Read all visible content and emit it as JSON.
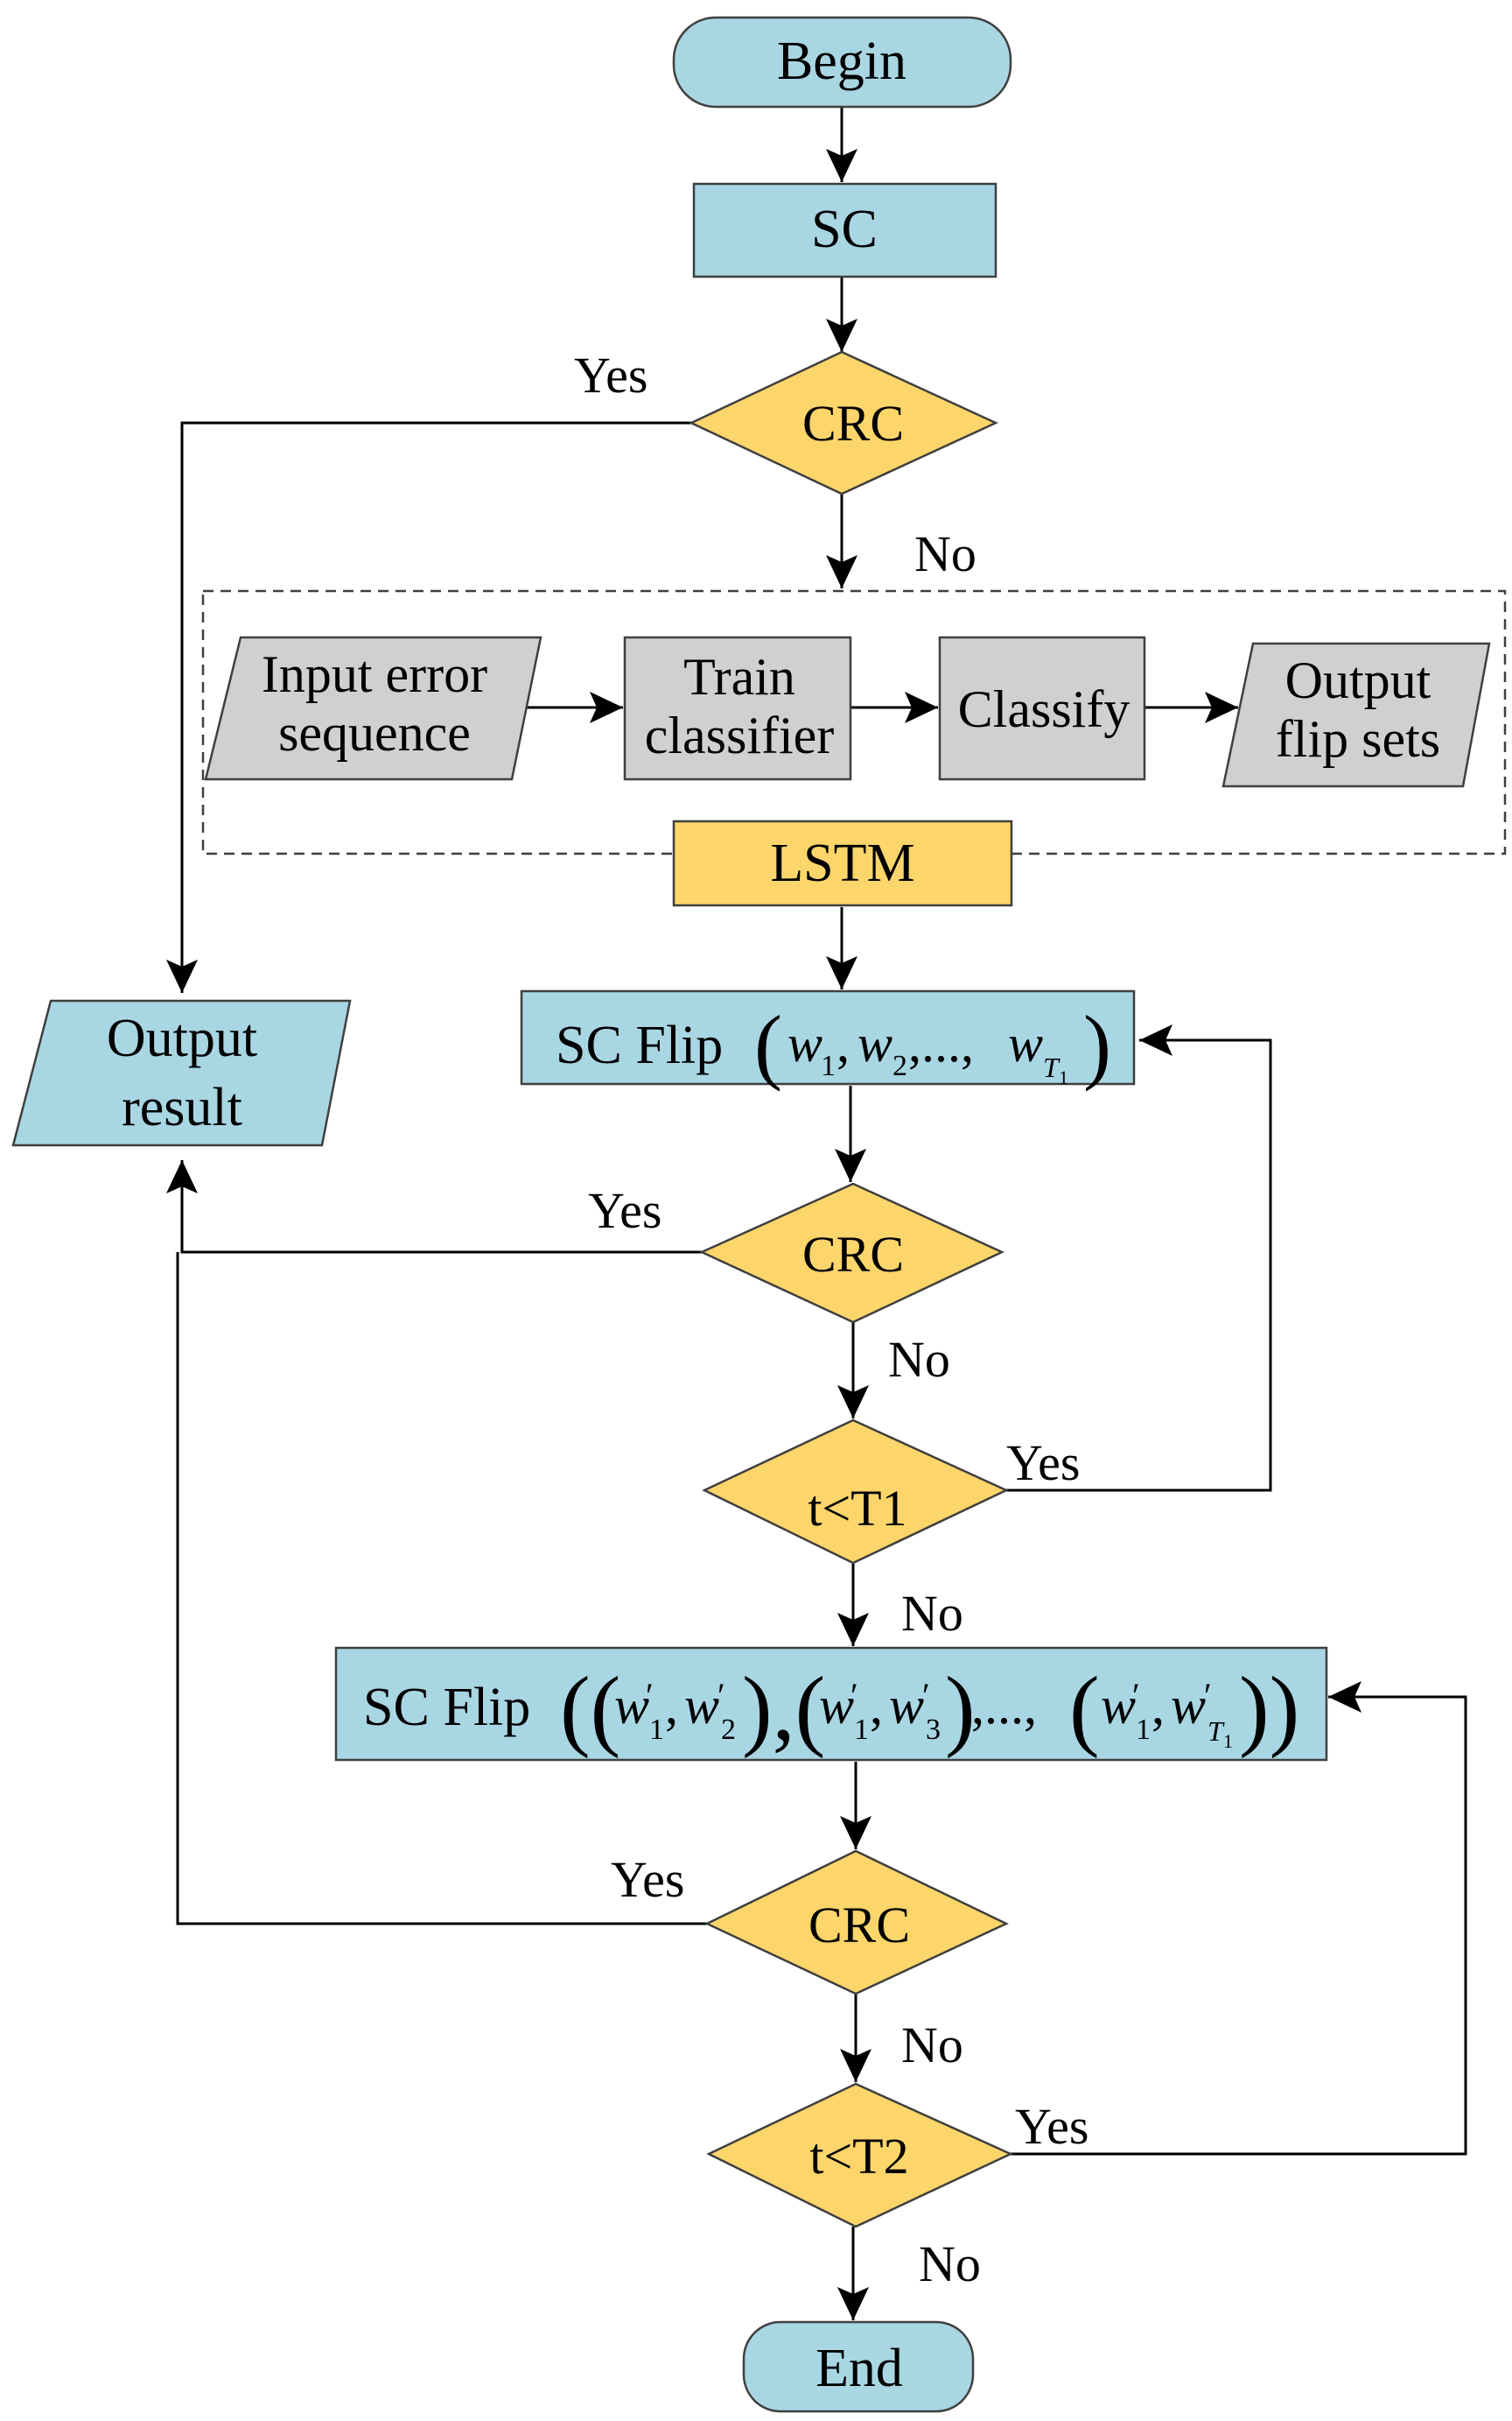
{
  "colors": {
    "terminal_fill": "#a9d6e3",
    "process_fill": "#a9d6e3",
    "decision_fill": "#fcd56b",
    "classifier_fill": "#d0d0d0",
    "lstm_fill": "#fcd56b",
    "stroke": "#3f3f3f"
  },
  "nodes": {
    "begin": "Begin",
    "sc": "SC",
    "crc1": "CRC",
    "input_error_l1": "Input error",
    "input_error_l2": "sequence",
    "train_l1": "Train",
    "train_l2": "classifier",
    "classify": "Classify",
    "output_flip_l1": "Output",
    "output_flip_l2": "flip sets",
    "lstm": "LSTM",
    "output_result_l1": "Output",
    "output_result_l2": "result",
    "scflip1": "SC Flip",
    "crc2": "CRC",
    "t_lt_t1": "t<T1",
    "scflip2": "SC Flip",
    "crc3": "CRC",
    "t_lt_t2": "t<T2",
    "end": "End"
  },
  "edge_labels": {
    "crc1_yes": "Yes",
    "crc1_no": "No",
    "crc2_yes": "Yes",
    "crc2_no": "No",
    "t1_yes": "Yes",
    "t1_no": "No",
    "crc3_yes": "Yes",
    "crc3_no": "No",
    "t2_yes": "Yes",
    "t2_no": "No"
  }
}
